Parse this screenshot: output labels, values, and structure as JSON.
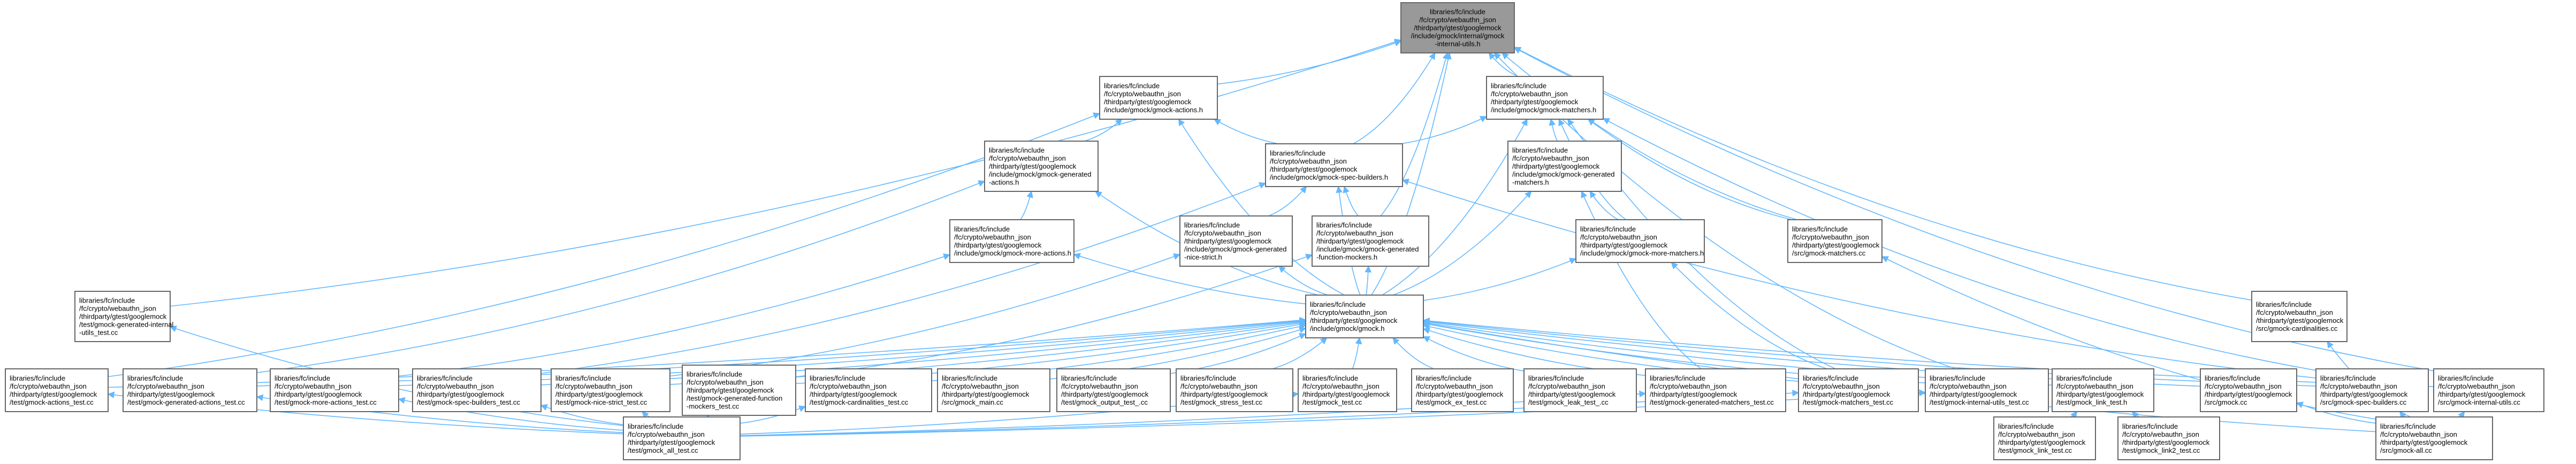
{
  "diagram": {
    "type": "include-dependency-graph",
    "colors": {
      "edge": "#63b8ff",
      "node_border": "#666666",
      "root_fill": "#999999",
      "node_fill": "#ffffff",
      "text": "#000000"
    },
    "nodes": [
      {
        "id": "root",
        "root": true,
        "lines": [
          "libraries/fc/include",
          "/fc/crypto/webauthn_json",
          "/thirdparty/gtest/googlemock",
          "/include/gmock/internal/gmock",
          "-internal-utils.h"
        ]
      },
      {
        "id": "actions_h",
        "lines": [
          "libraries/fc/include",
          "/fc/crypto/webauthn_json",
          "/thirdparty/gtest/googlemock",
          "/include/gmock/gmock-actions.h"
        ]
      },
      {
        "id": "matchers_h",
        "lines": [
          "libraries/fc/include",
          "/fc/crypto/webauthn_json",
          "/thirdparty/gtest/googlemock",
          "/include/gmock/gmock-matchers.h"
        ]
      },
      {
        "id": "gen_actions_h",
        "lines": [
          "libraries/fc/include",
          "/fc/crypto/webauthn_json",
          "/thirdparty/gtest/googlemock",
          "/include/gmock/gmock-generated",
          "-actions.h"
        ]
      },
      {
        "id": "spec_builders_h",
        "lines": [
          "libraries/fc/include",
          "/fc/crypto/webauthn_json",
          "/thirdparty/gtest/googlemock",
          "/include/gmock/gmock-spec-builders.h"
        ]
      },
      {
        "id": "gen_matchers_h",
        "lines": [
          "libraries/fc/include",
          "/fc/crypto/webauthn_json",
          "/thirdparty/gtest/googlemock",
          "/include/gmock/gmock-generated",
          "-matchers.h"
        ]
      },
      {
        "id": "more_actions_h",
        "lines": [
          "libraries/fc/include",
          "/fc/crypto/webauthn_json",
          "/thirdparty/gtest/googlemock",
          "/include/gmock/gmock-more-actions.h"
        ]
      },
      {
        "id": "gen_nice_strict_h",
        "lines": [
          "libraries/fc/include",
          "/fc/crypto/webauthn_json",
          "/thirdparty/gtest/googlemock",
          "/include/gmock/gmock-generated",
          "-nice-strict.h"
        ]
      },
      {
        "id": "gen_function_mockers_h",
        "lines": [
          "libraries/fc/include",
          "/fc/crypto/webauthn_json",
          "/thirdparty/gtest/googlemock",
          "/include/gmock/gmock-generated",
          "-function-mockers.h"
        ]
      },
      {
        "id": "more_matchers_h",
        "lines": [
          "libraries/fc/include",
          "/fc/crypto/webauthn_json",
          "/thirdparty/gtest/googlemock",
          "/include/gmock/gmock-more-matchers.h"
        ]
      },
      {
        "id": "gmock_matchers_cc",
        "lines": [
          "libraries/fc/include",
          "/fc/crypto/webauthn_json",
          "/thirdparty/gtest/googlemock",
          "/src/gmock-matchers.cc"
        ]
      },
      {
        "id": "gen_internal_utils_test",
        "lines": [
          "libraries/fc/include",
          "/fc/crypto/webauthn_json",
          "/thirdparty/gtest/googlemock",
          "/test/gmock-generated-internal",
          "-utils_test.cc"
        ]
      },
      {
        "id": "gmock_h",
        "lines": [
          "libraries/fc/include",
          "/fc/crypto/webauthn_json",
          "/thirdparty/gtest/googlemock",
          "/include/gmock/gmock.h"
        ]
      },
      {
        "id": "cardinalities_cc",
        "lines": [
          "libraries/fc/include",
          "/fc/crypto/webauthn_json",
          "/thirdparty/gtest/googlemock",
          "/src/gmock-cardinalities.cc"
        ]
      },
      {
        "id": "t_actions",
        "lines": [
          "libraries/fc/include",
          "/fc/crypto/webauthn_json",
          "/thirdparty/gtest/googlemock",
          "/test/gmock-actions_test.cc"
        ]
      },
      {
        "id": "t_gen_actions",
        "lines": [
          "libraries/fc/include",
          "/fc/crypto/webauthn_json",
          "/thirdparty/gtest/googlemock",
          "/test/gmock-generated-actions_test.cc"
        ]
      },
      {
        "id": "t_more_actions",
        "lines": [
          "libraries/fc/include",
          "/fc/crypto/webauthn_json",
          "/thirdparty/gtest/googlemock",
          "/test/gmock-more-actions_test.cc"
        ]
      },
      {
        "id": "t_spec_builders",
        "lines": [
          "libraries/fc/include",
          "/fc/crypto/webauthn_json",
          "/thirdparty/gtest/googlemock",
          "/test/gmock-spec-builders_test.cc"
        ]
      },
      {
        "id": "t_nice_strict",
        "lines": [
          "libraries/fc/include",
          "/fc/crypto/webauthn_json",
          "/thirdparty/gtest/googlemock",
          "/test/gmock-nice-strict_test.cc"
        ]
      },
      {
        "id": "t_gen_function_mockers",
        "lines": [
          "libraries/fc/include",
          "/fc/crypto/webauthn_json",
          "/thirdparty/gtest/googlemock",
          "/test/gmock-generated-function",
          "-mockers_test.cc"
        ]
      },
      {
        "id": "t_cardinalities",
        "lines": [
          "libraries/fc/include",
          "/fc/crypto/webauthn_json",
          "/thirdparty/gtest/googlemock",
          "/test/gmock-cardinalities_test.cc"
        ]
      },
      {
        "id": "gmock_main_cc",
        "lines": [
          "libraries/fc/include",
          "/fc/crypto/webauthn_json",
          "/thirdparty/gtest/googlemock",
          "/src/gmock_main.cc"
        ]
      },
      {
        "id": "t_output",
        "lines": [
          "libraries/fc/include",
          "/fc/crypto/webauthn_json",
          "/thirdparty/gtest/googlemock",
          "/test/gmock_output_test_.cc"
        ]
      },
      {
        "id": "t_stress",
        "lines": [
          "libraries/fc/include",
          "/fc/crypto/webauthn_json",
          "/thirdparty/gtest/googlemock",
          "/test/gmock_stress_test.cc"
        ]
      },
      {
        "id": "t_gmock",
        "lines": [
          "libraries/fc/include",
          "/fc/crypto/webauthn_json",
          "/thirdparty/gtest/googlemock",
          "/test/gmock_test.cc"
        ]
      },
      {
        "id": "t_ex",
        "lines": [
          "libraries/fc/include",
          "/fc/crypto/webauthn_json",
          "/thirdparty/gtest/googlemock",
          "/test/gmock_ex_test.cc"
        ]
      },
      {
        "id": "t_leak",
        "lines": [
          "libraries/fc/include",
          "/fc/crypto/webauthn_json",
          "/thirdparty/gtest/googlemock",
          "/test/gmock_leak_test_.cc"
        ]
      },
      {
        "id": "t_gen_matchers",
        "lines": [
          "libraries/fc/include",
          "/fc/crypto/webauthn_json",
          "/thirdparty/gtest/googlemock",
          "/test/gmock-generated-matchers_test.cc"
        ]
      },
      {
        "id": "t_matchers",
        "lines": [
          "libraries/fc/include",
          "/fc/crypto/webauthn_json",
          "/thirdparty/gtest/googlemock",
          "/test/gmock-matchers_test.cc"
        ]
      },
      {
        "id": "t_internal_utils",
        "lines": [
          "libraries/fc/include",
          "/fc/crypto/webauthn_json",
          "/thirdparty/gtest/googlemock",
          "/test/gmock-internal-utils_test.cc"
        ]
      },
      {
        "id": "t_link",
        "lines": [
          "libraries/fc/include",
          "/fc/crypto/webauthn_json",
          "/thirdparty/gtest/googlemock",
          "/test/gmock_link_test.h"
        ]
      },
      {
        "id": "gmock_cc",
        "lines": [
          "libraries/fc/include",
          "/fc/crypto/webauthn_json",
          "/thirdparty/gtest/googlemock",
          "/src/gmock.cc"
        ]
      },
      {
        "id": "spec_builders_cc",
        "lines": [
          "libraries/fc/include",
          "/fc/crypto/webauthn_json",
          "/thirdparty/gtest/googlemock",
          "/src/gmock-spec-builders.cc"
        ]
      },
      {
        "id": "internal_utils_cc",
        "lines": [
          "libraries/fc/include",
          "/fc/crypto/webauthn_json",
          "/thirdparty/gtest/googlemock",
          "/src/gmock-internal-utils.cc"
        ]
      },
      {
        "id": "t_all",
        "lines": [
          "libraries/fc/include",
          "/fc/crypto/webauthn_json",
          "/thirdparty/gtest/googlemock",
          "/test/gmock_all_test.cc"
        ]
      },
      {
        "id": "t_link_cc",
        "lines": [
          "libraries/fc/include",
          "/fc/crypto/webauthn_json",
          "/thirdparty/gtest/googlemock",
          "/test/gmock_link_test.cc"
        ]
      },
      {
        "id": "t_link2",
        "lines": [
          "libraries/fc/include",
          "/fc/crypto/webauthn_json",
          "/thirdparty/gtest/googlemock",
          "/test/gmock_link2_test.cc"
        ]
      },
      {
        "id": "gmock_all_cc",
        "lines": [
          "libraries/fc/include",
          "/fc/crypto/webauthn_json",
          "/thirdparty/gtest/googlemock",
          "/src/gmock-all.cc"
        ]
      }
    ],
    "edges": [
      [
        "actions_h",
        "root"
      ],
      [
        "matchers_h",
        "root"
      ],
      [
        "spec_builders_h",
        "root"
      ],
      [
        "gen_function_mockers_h",
        "root"
      ],
      [
        "gmock_h",
        "root"
      ],
      [
        "gen_internal_utils_test",
        "root"
      ],
      [
        "cardinalities_cc",
        "root"
      ],
      [
        "t_internal_utils",
        "root"
      ],
      [
        "internal_utils_cc",
        "root"
      ],
      [
        "gmock_matchers_cc",
        "root"
      ],
      [
        "gen_actions_h",
        "actions_h"
      ],
      [
        "spec_builders_h",
        "actions_h"
      ],
      [
        "gmock_h",
        "actions_h"
      ],
      [
        "t_actions",
        "actions_h"
      ],
      [
        "spec_builders_h",
        "matchers_h"
      ],
      [
        "gen_matchers_h",
        "matchers_h"
      ],
      [
        "more_matchers_h",
        "matchers_h"
      ],
      [
        "gmock_h",
        "matchers_h"
      ],
      [
        "gmock_matchers_cc",
        "matchers_h"
      ],
      [
        "t_matchers",
        "matchers_h"
      ],
      [
        "spec_builders_cc",
        "matchers_h"
      ],
      [
        "more_actions_h",
        "gen_actions_h"
      ],
      [
        "gmock_h",
        "gen_actions_h"
      ],
      [
        "t_gen_actions",
        "gen_actions_h"
      ],
      [
        "gen_nice_strict_h",
        "spec_builders_h"
      ],
      [
        "gen_function_mockers_h",
        "spec_builders_h"
      ],
      [
        "gmock_h",
        "spec_builders_h"
      ],
      [
        "t_spec_builders",
        "spec_builders_h"
      ],
      [
        "spec_builders_cc",
        "spec_builders_h"
      ],
      [
        "gmock_h",
        "gen_matchers_h"
      ],
      [
        "t_gen_matchers",
        "gen_matchers_h"
      ],
      [
        "more_matchers_h",
        "gen_matchers_h"
      ],
      [
        "gmock_h",
        "more_actions_h"
      ],
      [
        "t_more_actions",
        "more_actions_h"
      ],
      [
        "gmock_h",
        "gen_nice_strict_h"
      ],
      [
        "t_nice_strict",
        "gen_nice_strict_h"
      ],
      [
        "gmock_h",
        "gen_function_mockers_h"
      ],
      [
        "t_gen_function_mockers",
        "gen_function_mockers_h"
      ],
      [
        "gmock_h",
        "more_matchers_h"
      ],
      [
        "t_matchers",
        "more_matchers_h"
      ],
      [
        "gmock_all_cc",
        "gmock_matchers_cc"
      ],
      [
        "t_all",
        "gen_internal_utils_test"
      ],
      [
        "gmock_all_cc",
        "cardinalities_cc"
      ],
      [
        "t_actions",
        "gmock_h"
      ],
      [
        "t_gen_actions",
        "gmock_h"
      ],
      [
        "t_more_actions",
        "gmock_h"
      ],
      [
        "t_spec_builders",
        "gmock_h"
      ],
      [
        "t_nice_strict",
        "gmock_h"
      ],
      [
        "t_gen_function_mockers",
        "gmock_h"
      ],
      [
        "t_cardinalities",
        "gmock_h"
      ],
      [
        "gmock_main_cc",
        "gmock_h"
      ],
      [
        "t_output",
        "gmock_h"
      ],
      [
        "t_stress",
        "gmock_h"
      ],
      [
        "t_gmock",
        "gmock_h"
      ],
      [
        "t_ex",
        "gmock_h"
      ],
      [
        "t_leak",
        "gmock_h"
      ],
      [
        "t_gen_matchers",
        "gmock_h"
      ],
      [
        "t_matchers",
        "gmock_h"
      ],
      [
        "t_internal_utils",
        "gmock_h"
      ],
      [
        "t_link",
        "gmock_h"
      ],
      [
        "gmock_cc",
        "gmock_h"
      ],
      [
        "spec_builders_cc",
        "gmock_h"
      ],
      [
        "internal_utils_cc",
        "gmock_h"
      ],
      [
        "gmock_all_cc",
        "gmock_h"
      ],
      [
        "t_all",
        "t_actions"
      ],
      [
        "t_all",
        "t_gen_actions"
      ],
      [
        "t_all",
        "t_more_actions"
      ],
      [
        "t_all",
        "t_spec_builders"
      ],
      [
        "t_all",
        "t_nice_strict"
      ],
      [
        "t_all",
        "t_gen_function_mockers"
      ],
      [
        "t_all",
        "t_cardinalities"
      ],
      [
        "t_all",
        "t_gmock"
      ],
      [
        "t_all",
        "t_gen_matchers"
      ],
      [
        "t_all",
        "t_matchers"
      ],
      [
        "t_all",
        "t_internal_utils"
      ],
      [
        "t_link_cc",
        "t_link"
      ],
      [
        "t_link2",
        "t_link"
      ],
      [
        "gmock_all_cc",
        "gmock_cc"
      ],
      [
        "gmock_all_cc",
        "spec_builders_cc"
      ],
      [
        "gmock_all_cc",
        "internal_utils_cc"
      ]
    ]
  }
}
